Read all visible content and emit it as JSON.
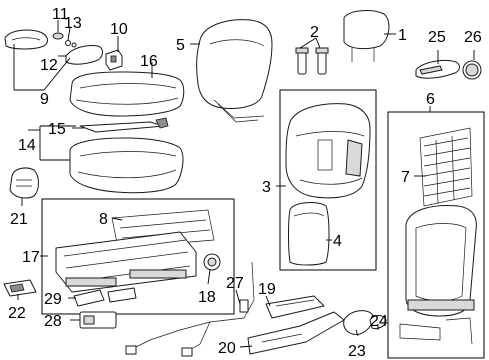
{
  "callouts": {
    "c1": "1",
    "c2": "2",
    "c3": "3",
    "c4": "4",
    "c5": "5",
    "c6": "6",
    "c7": "7",
    "c8": "8",
    "c9": "9",
    "c10": "10",
    "c11": "11",
    "c12": "12",
    "c13": "13",
    "c14": "14",
    "c15": "15",
    "c16": "16",
    "c17": "17",
    "c18": "18",
    "c19": "19",
    "c20": "20",
    "c21": "21",
    "c22": "22",
    "c23": "23",
    "c24": "24",
    "c25": "25",
    "c26": "26",
    "c27": "27",
    "c28": "28",
    "c29": "29"
  },
  "colors": {
    "line": "#1a1a1a",
    "fill": "#ffffff",
    "shade": "#d9d9d9"
  }
}
